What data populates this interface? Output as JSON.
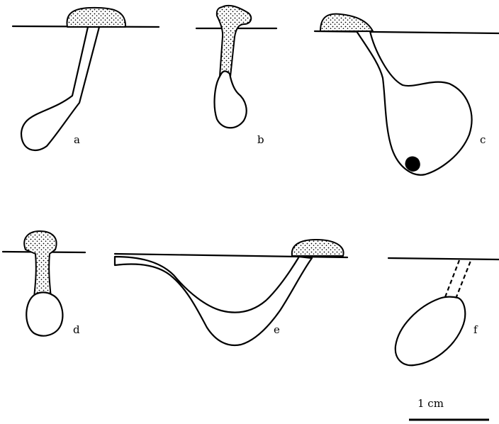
{
  "labels": {
    "a": "a",
    "b": "b",
    "c": "c",
    "d": "d",
    "e": "e",
    "f": "f"
  },
  "scale_bar": {
    "label": "1 cm"
  }
}
